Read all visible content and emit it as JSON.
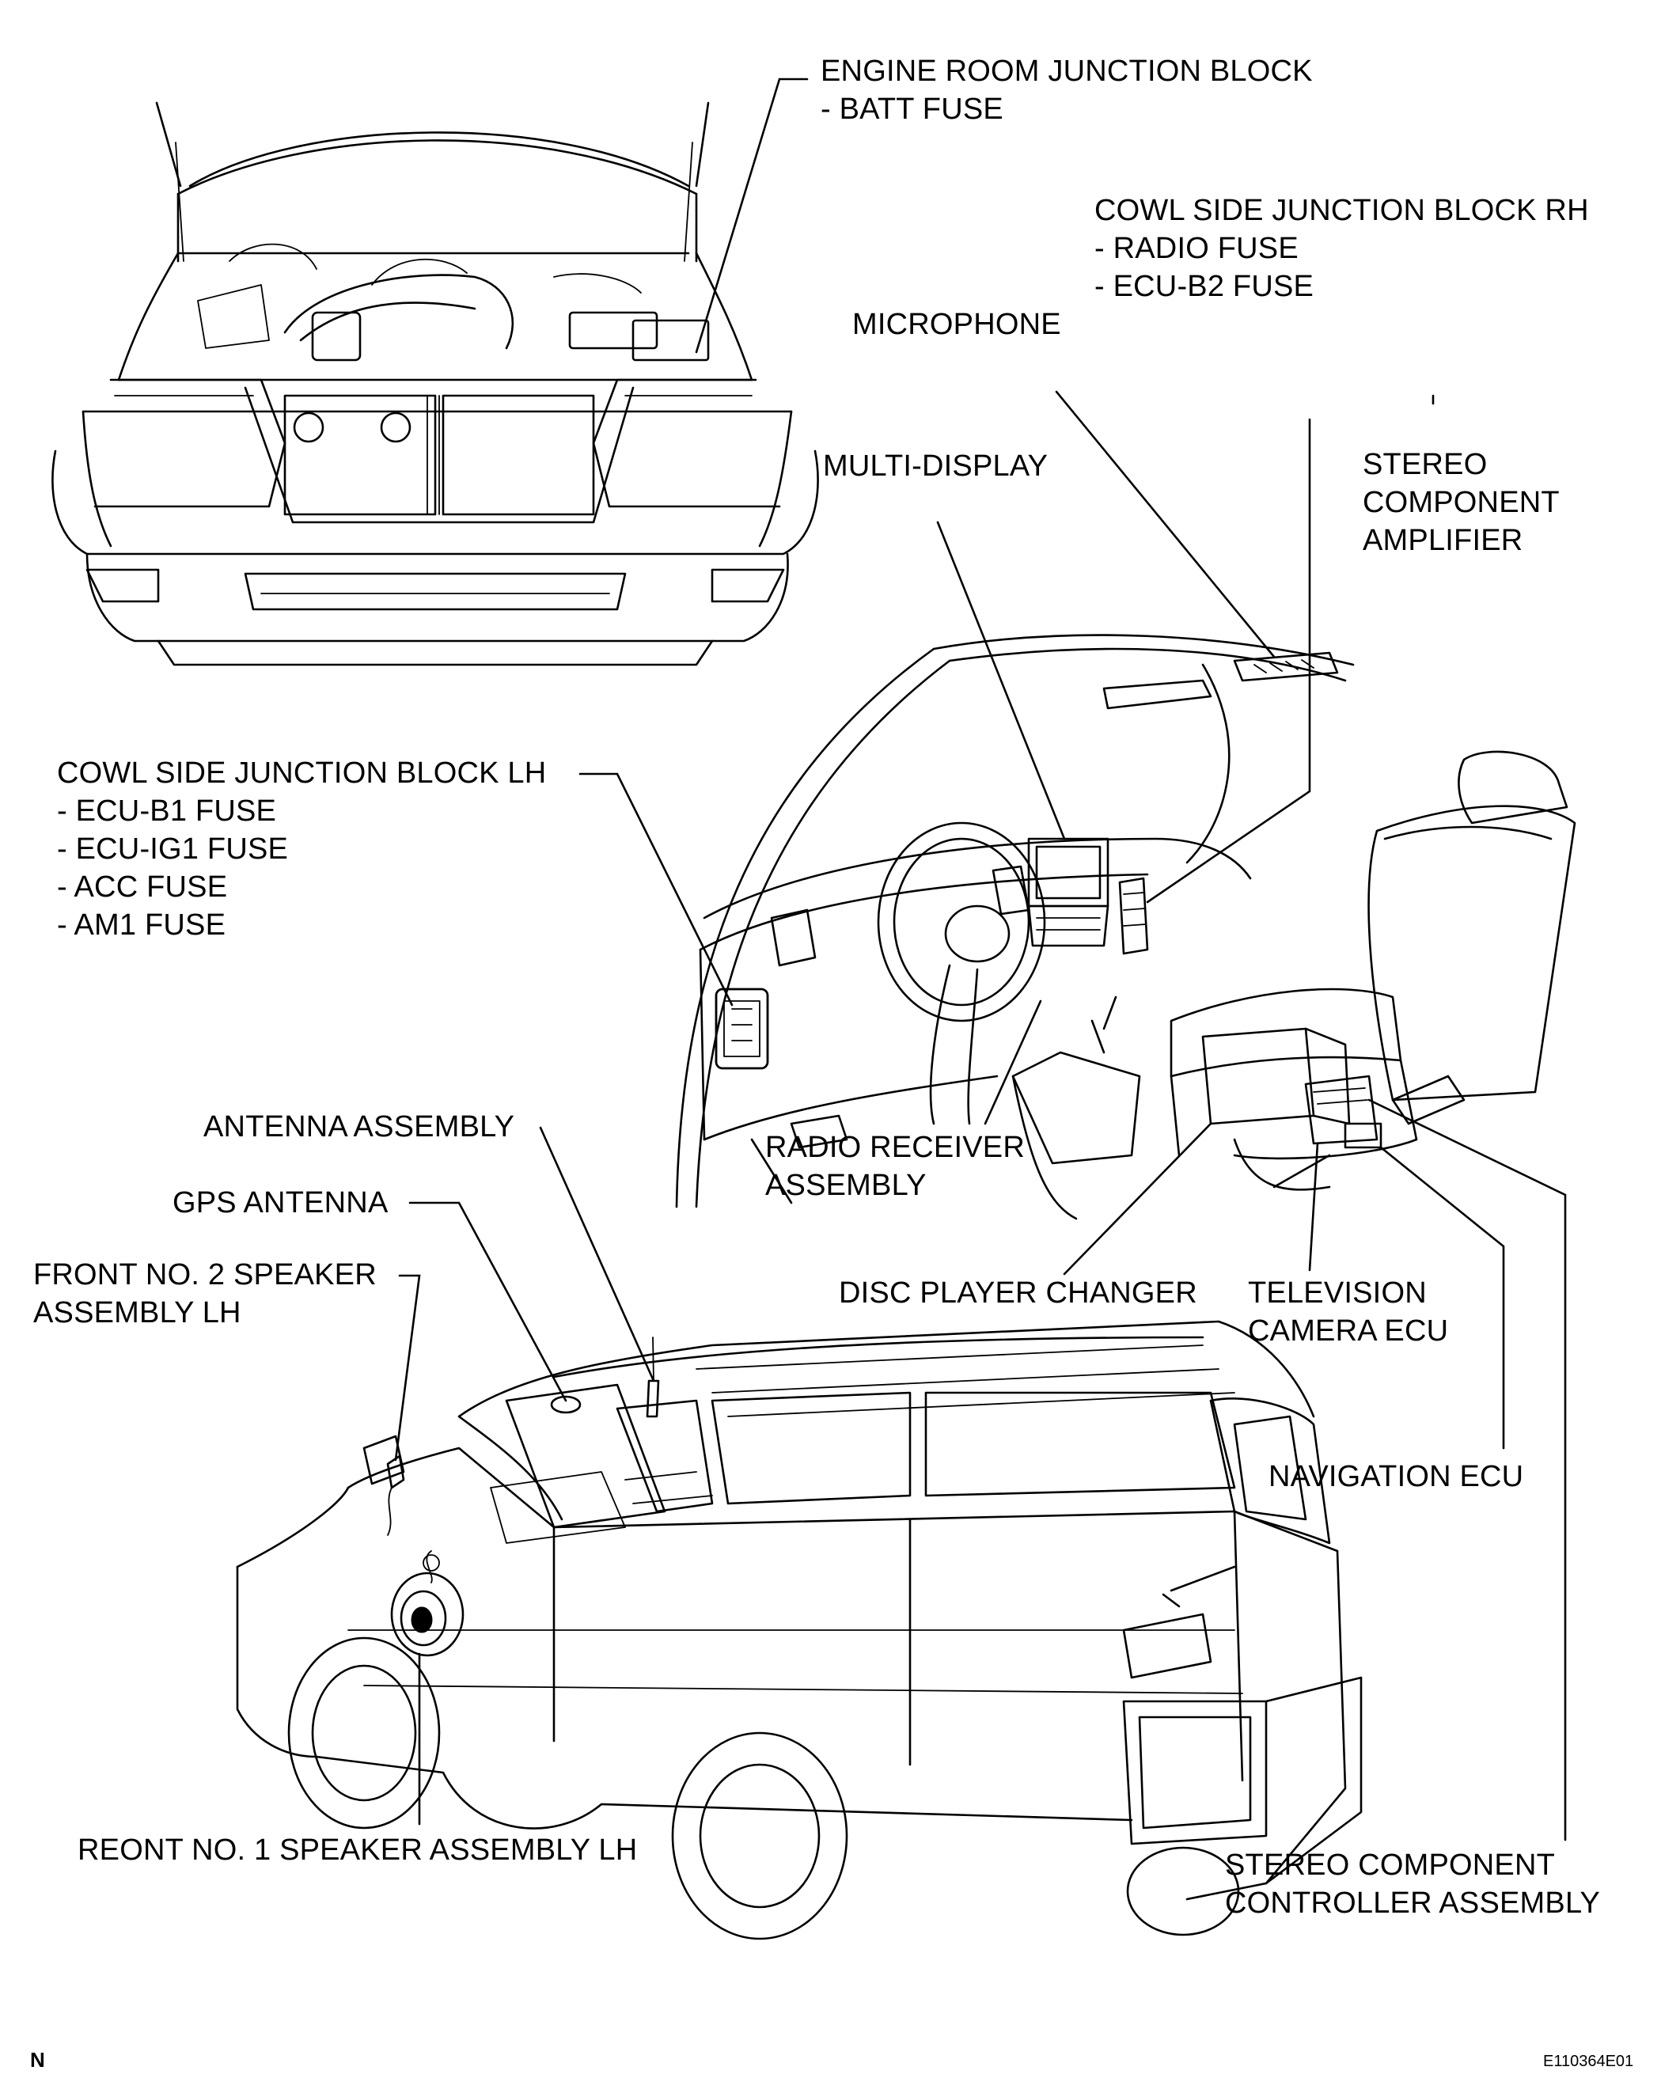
{
  "labels": {
    "engine_room": [
      "ENGINE ROOM JUNCTION BLOCK",
      "- BATT FUSE"
    ],
    "cowl_rh": [
      "COWL SIDE JUNCTION BLOCK RH",
      "- RADIO FUSE",
      "- ECU-B2 FUSE"
    ],
    "microphone": [
      "MICROPHONE"
    ],
    "multi_display": [
      "MULTI-DISPLAY"
    ],
    "stereo_amp": [
      "STEREO",
      "COMPONENT",
      "AMPLIFIER"
    ],
    "cowl_lh": [
      "COWL SIDE JUNCTION BLOCK LH",
      "- ECU-B1 FUSE",
      "- ECU-IG1 FUSE",
      "- ACC FUSE",
      "- AM1 FUSE"
    ],
    "antenna": [
      "ANTENNA ASSEMBLY"
    ],
    "radio_receiver": [
      "RADIO RECEIVER",
      "ASSEMBLY"
    ],
    "gps_antenna": [
      "GPS ANTENNA"
    ],
    "front_speaker_2": [
      "FRONT NO. 2 SPEAKER",
      "ASSEMBLY LH"
    ],
    "disc_changer": [
      "DISC PLAYER CHANGER"
    ],
    "tv_camera": [
      "TELEVISION",
      "CAMERA ECU"
    ],
    "navigation": [
      "NAVIGATION ECU"
    ],
    "front_speaker_1": [
      "REONT NO. 1 SPEAKER ASSEMBLY LH"
    ],
    "stereo_controller": [
      "STEREO COMPONENT",
      "CONTROLLER ASSEMBLY"
    ]
  },
  "corner_mark": "N",
  "figure_code": "E110364E01"
}
